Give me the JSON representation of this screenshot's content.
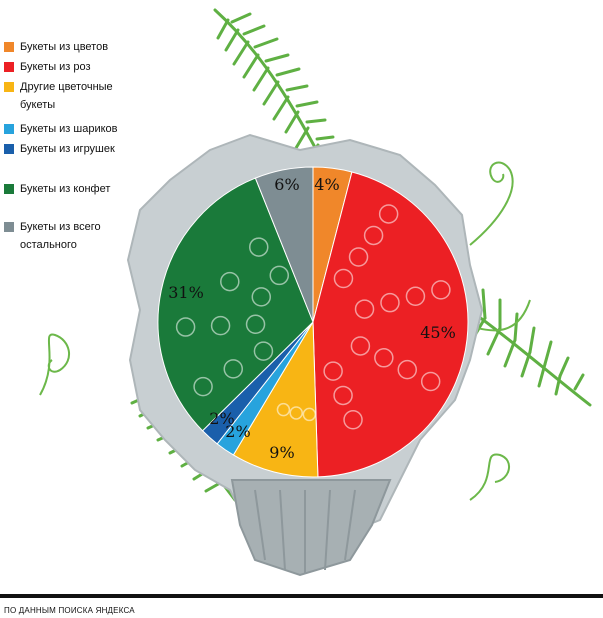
{
  "chart_data": {
    "type": "pie",
    "title": "",
    "categories": [
      "Букеты из цветов",
      "Букеты из роз",
      "Другие цветочные букеты",
      "Букеты из шариков",
      "Букеты из игрушек",
      "Букеты из конфет",
      "Букеты из всего остального"
    ],
    "values": [
      4,
      45,
      9,
      2,
      2,
      31,
      6
    ],
    "value_labels": [
      "4%",
      "45%",
      "9%",
      "2%",
      "2%",
      "31%",
      "6%"
    ],
    "colors": [
      "#f0872a",
      "#ec2024",
      "#f8b514",
      "#27a3dd",
      "#1a5fab",
      "#1a7a3a",
      "#7e8d93"
    ],
    "legend_position": "left"
  },
  "legend": {
    "items": [
      {
        "label": "Букеты из цветов",
        "color": "#f0872a"
      },
      {
        "label": "Букеты из роз",
        "color": "#ec2024"
      },
      {
        "label": "Другие цветочные букеты",
        "color": "#f8b514"
      },
      {
        "label": "Букеты из шариков",
        "color": "#27a3dd"
      },
      {
        "label": "Букеты из игрушек",
        "color": "#1a5fab"
      },
      {
        "label": "Букеты из конфет",
        "color": "#1a7a3a"
      },
      {
        "label": "Букеты из всего остального",
        "color": "#7e8d93"
      }
    ]
  },
  "footer": {
    "source": "ПО ДАННЫМ ПОИСКА ЯНДЕКСА"
  }
}
